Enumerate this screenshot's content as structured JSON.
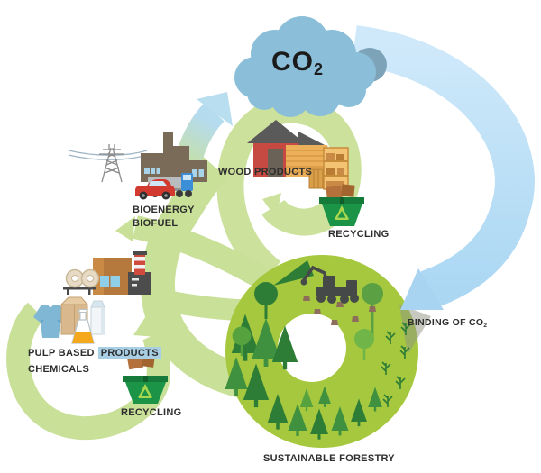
{
  "title": "Sustainable forestry carbon cycle diagram",
  "labels": {
    "co2_main": "CO",
    "co2_sub": "2",
    "wood_products": "WOOD PRODUCTS",
    "recycling_right": "RECYCLING",
    "bioenergy_line1": "BIOENERGY",
    "bioenergy_line2": "BIOFUEL",
    "pulp_prefix": "PULP BASED",
    "pulp_highlight": "PRODUCTS",
    "chemicals": "CHEMICALS",
    "recycling_left": "RECYCLING",
    "binding_main": "BINDING OF CO",
    "binding_sub": "2",
    "sustainable_forestry": "SUSTAINABLE FORESTRY"
  },
  "colors": {
    "cloud": "#8bbfd9",
    "cloud_shadow": "#7da3b8",
    "blue_arrow": "#b9ddf5",
    "blue_arrow_head": "#a9d4f1",
    "green_arrow": "#c9e098",
    "green_arrow_alt": "#cbe19c",
    "forest_ring": "#a5c83e",
    "tree_dark": "#2e7d36",
    "tree_mid": "#3f9140",
    "tree_light": "#6fb548",
    "bin_green": "#1b9447",
    "bin_rim": "#157a3a",
    "recycle_mark": "#a8d74f",
    "barn_red": "#c64a41",
    "roof_gray": "#5a5a5a",
    "lumber_tan": "#edb05a",
    "machine_gray": "#454a49",
    "stump_brown": "#8d6e5a",
    "label_text": "#2d2d2d",
    "highlight": "#a9cfe4"
  },
  "icons": {
    "co2_cloud": "cloud",
    "binding_arrow": "large-curved-arrow-down",
    "emission_arrow": "curved-arrow-up-green-to-blue",
    "wood_cycle_arrow": "spiral-arrow",
    "pulp_recycle_loop": "circular-loop-arrow",
    "harvest_supply_arrows": "radiating-band-arrows",
    "recycle_symbol": "chasing-arrows-triangle",
    "barn": "red-barn",
    "lumber": "plank-stack-and-shelf",
    "bioenergy_factory": "factory-building",
    "truck": "semi-truck",
    "car": "red-car",
    "power_pylon": "electricity-pylon-with-wires",
    "paper_mill": "mill-with-striped-chimney-and-paper-rolls",
    "shirt": "t-shirt",
    "cardboard_box": "box",
    "milk_carton": "carton",
    "flask": "erlenmeyer-flask",
    "recycling_bin": "green-skip-with-boxes",
    "forest": "donut-ring-of-trees",
    "harvester": "forestry-harvester-machine"
  }
}
